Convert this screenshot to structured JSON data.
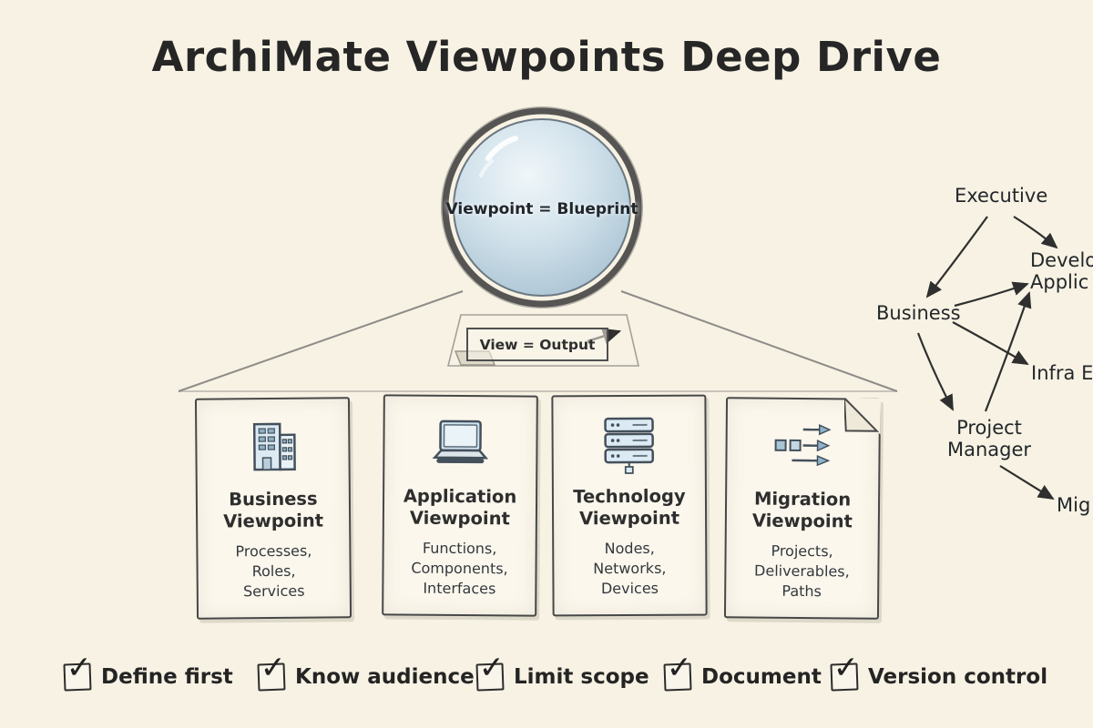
{
  "colors": {
    "background": "#f7f2e3",
    "ink": "#2e2e2e",
    "lens_fill": "#cfe0ea",
    "accent_blue": "#b9d2e2"
  },
  "title": "ArchiMate Viewpoints Deep Drive",
  "lens": {
    "label": "Viewpoint = Blueprint"
  },
  "projection": {
    "label": "View = Output"
  },
  "cards": [
    {
      "icon": "building-icon",
      "title_line1": "Business",
      "title_line2": "Viewpoint",
      "items": [
        "Processes,",
        "Roles,",
        "Services"
      ]
    },
    {
      "icon": "laptop-icon",
      "title_line1": "Application",
      "title_line2": "Viewpoint",
      "items": [
        "Functions,",
        "Components,",
        "Interfaces"
      ]
    },
    {
      "icon": "server-icon",
      "title_line1": "Technology",
      "title_line2": "Viewpoint",
      "items": [
        "Nodes,",
        "Networks,",
        "Devices"
      ]
    },
    {
      "icon": "migration-arrows-icon",
      "title_line1": "Migration",
      "title_line2": "Viewpoint",
      "items": [
        "Projects,",
        "Deliverables,",
        "Paths"
      ]
    }
  ],
  "stakeholders": [
    {
      "id": "executive",
      "label": "Executive"
    },
    {
      "id": "developer-application",
      "label_line1": "Develop",
      "label_line2": "Applic"
    },
    {
      "id": "business",
      "label": "Business"
    },
    {
      "id": "infra",
      "label": "Infra E"
    },
    {
      "id": "project-manager",
      "label_line1": "Project",
      "label_line2": "Manager"
    },
    {
      "id": "migration",
      "label": "Mig"
    }
  ],
  "checklist": [
    {
      "label": "Define first"
    },
    {
      "label": "Know audience"
    },
    {
      "label": "Limit scope"
    },
    {
      "label": "Document"
    },
    {
      "label": "Version control"
    }
  ]
}
